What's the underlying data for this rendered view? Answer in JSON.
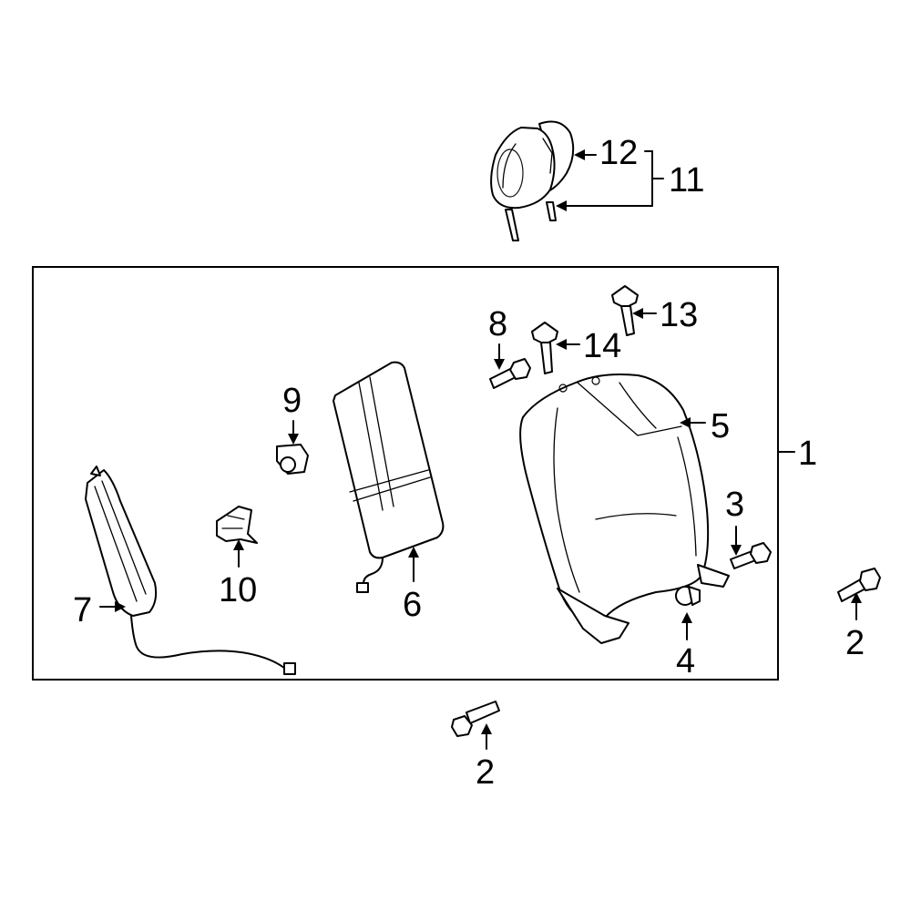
{
  "diagram": {
    "highlight_color": "#2a47c9",
    "outline_color": "#000000",
    "callouts": [
      {
        "id": "1",
        "label": "1"
      },
      {
        "id": "2a",
        "label": "2"
      },
      {
        "id": "2b",
        "label": "2"
      },
      {
        "id": "3",
        "label": "3"
      },
      {
        "id": "4",
        "label": "4"
      },
      {
        "id": "5",
        "label": "5"
      },
      {
        "id": "6",
        "label": "6"
      },
      {
        "id": "7",
        "label": "7"
      },
      {
        "id": "8",
        "label": "8"
      },
      {
        "id": "9",
        "label": "9"
      },
      {
        "id": "10",
        "label": "10"
      },
      {
        "id": "11",
        "label": "11"
      },
      {
        "id": "12",
        "label": "12"
      },
      {
        "id": "13",
        "label": "13"
      },
      {
        "id": "14",
        "label": "14"
      }
    ]
  }
}
